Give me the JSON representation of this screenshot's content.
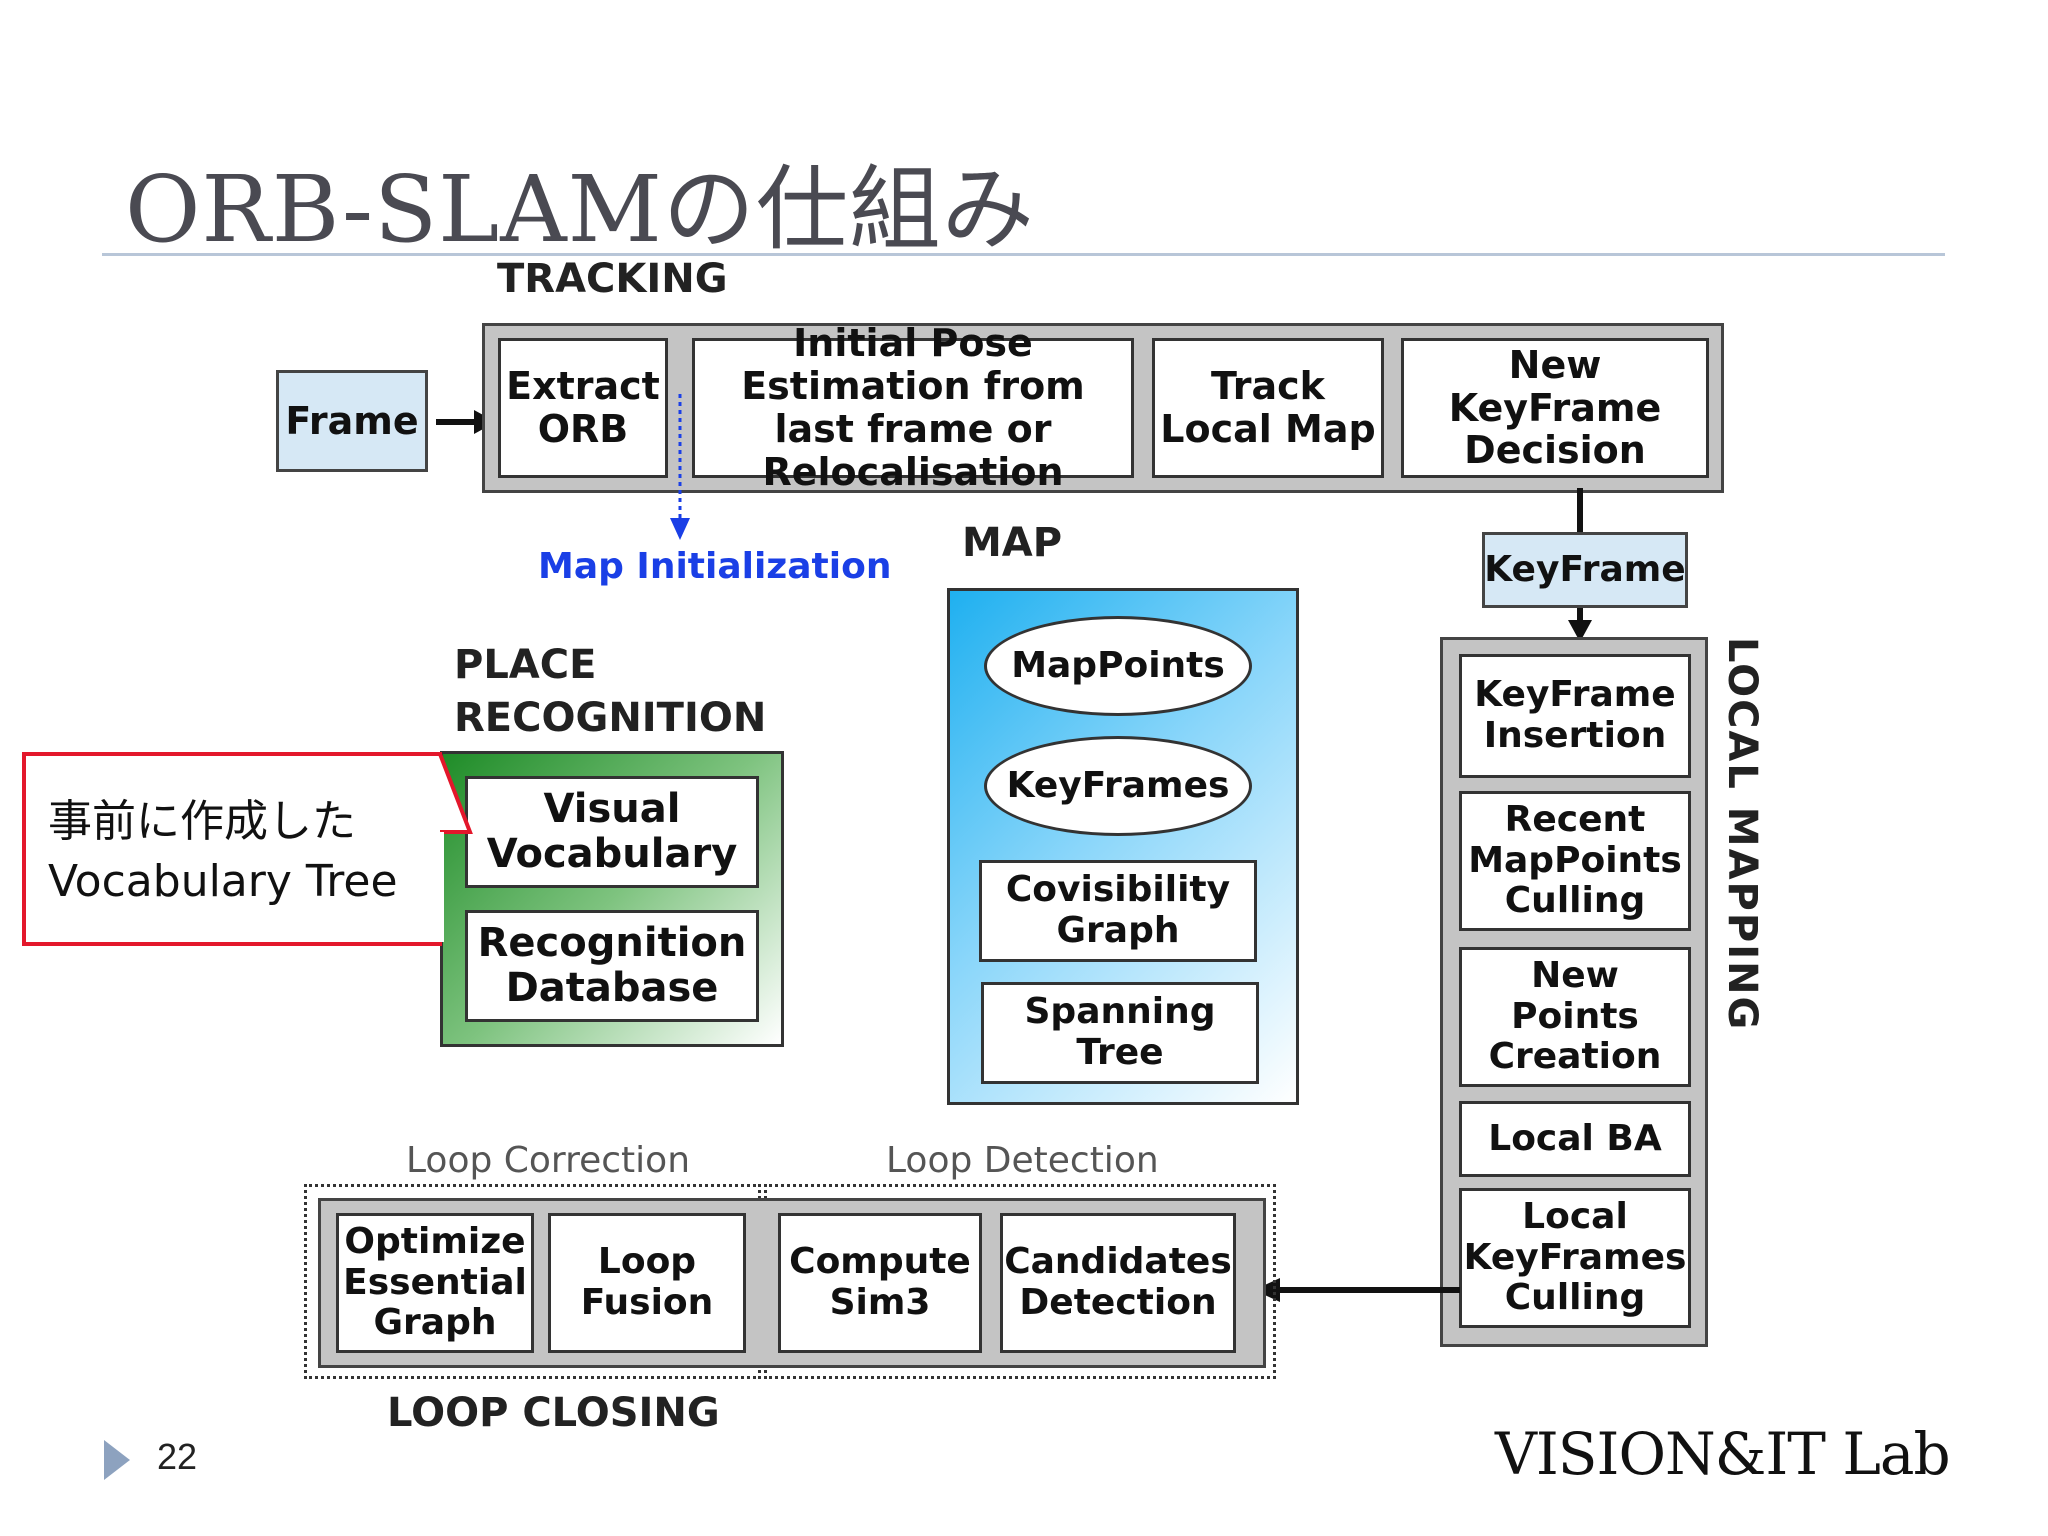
{
  "slide": {
    "title": "ORB-SLAMの仕組み",
    "page_number": "22",
    "brand": "VISION&IT Lab"
  },
  "diagram": {
    "tracking": {
      "heading": "TRACKING",
      "input": "Frame",
      "steps": [
        "Extract ORB",
        "Initial Pose Estimation from last frame or Relocalisation",
        "Track Local Map",
        "New KeyFrame Decision"
      ],
      "map_init": "Map Initialization"
    },
    "keyframe_label": "KeyFrame",
    "map": {
      "heading": "MAP",
      "items": [
        "MapPoints",
        "KeyFrames",
        "Covisibility Graph",
        "Spanning Tree"
      ]
    },
    "place_recognition": {
      "heading_line1": "PLACE",
      "heading_line2": "RECOGNITION",
      "items": [
        "Visual Vocabulary",
        "Recognition Database"
      ]
    },
    "local_mapping": {
      "heading": "LOCAL MAPPING",
      "steps": [
        "KeyFrame Insertion",
        "Recent MapPoints Culling",
        "New Points Creation",
        "Local BA",
        "Local KeyFrames Culling"
      ]
    },
    "loop_closing": {
      "heading": "LOOP CLOSING",
      "correction_label": "Loop Correction",
      "detection_label": "Loop Detection",
      "correction_steps": [
        "Optimize Essential Graph",
        "Loop Fusion"
      ],
      "detection_steps": [
        "Compute Sim3",
        "Candidates Detection"
      ]
    }
  },
  "callout": {
    "line1": "事前に作成した",
    "line2": "Vocabulary Tree",
    "border_color": "#e3172b"
  },
  "colors": {
    "map_gradient_start": "#1fb0f0",
    "map_gradient_end": "#ffffff",
    "place_gradient_start": "#1f8c28",
    "place_gradient_end": "#ffffff",
    "keyframe_box": "#d6e8f5",
    "map_init_text": "#1a3fe6"
  }
}
